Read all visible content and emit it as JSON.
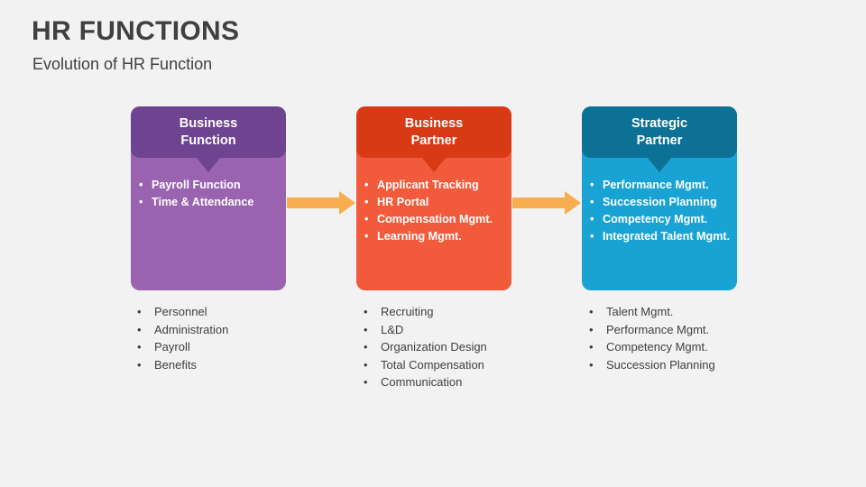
{
  "slide": {
    "title": "HR FUNCTIONS",
    "subtitle": "Evolution of HR Function",
    "background_color": "#f2f2f2",
    "title_color": "#404040"
  },
  "arrow": {
    "color": "#f8ad4e",
    "name": "right-arrow"
  },
  "stages": [
    {
      "id": "business-function",
      "header_line1": "Business",
      "header_line2": "Function",
      "header_color": "#6e4490",
      "body_color": "#9a63b0",
      "bullet": "•",
      "items": [
        "Payroll Function",
        "Time & Attendance"
      ],
      "footer_items": [
        "Personnel",
        "Administration",
        "Payroll",
        "Benefits"
      ]
    },
    {
      "id": "business-partner",
      "header_line1": "Business",
      "header_line2": "Partner",
      "header_color": "#d93a16",
      "body_color": "#f15b3c",
      "bullet": "•",
      "items": [
        "Applicant Tracking",
        "HR Portal",
        "Compensation Mgmt.",
        "Learning Mgmt."
      ],
      "footer_items": [
        "Recruiting",
        "L&D",
        "Organization Design",
        "Total Compensation",
        "Communication"
      ]
    },
    {
      "id": "strategic-partner",
      "header_line1": "Strategic",
      "header_line2": "Partner",
      "header_color": "#0d7195",
      "body_color": "#18a3d4",
      "bullet": "•",
      "items": [
        "Performance Mgmt.",
        "Succession Planning",
        "Competency Mgmt.",
        "Integrated Talent Mgmt."
      ],
      "footer_items": [
        "Talent Mgmt.",
        "Performance Mgmt.",
        "Competency Mgmt.",
        "Succession Planning"
      ]
    }
  ]
}
